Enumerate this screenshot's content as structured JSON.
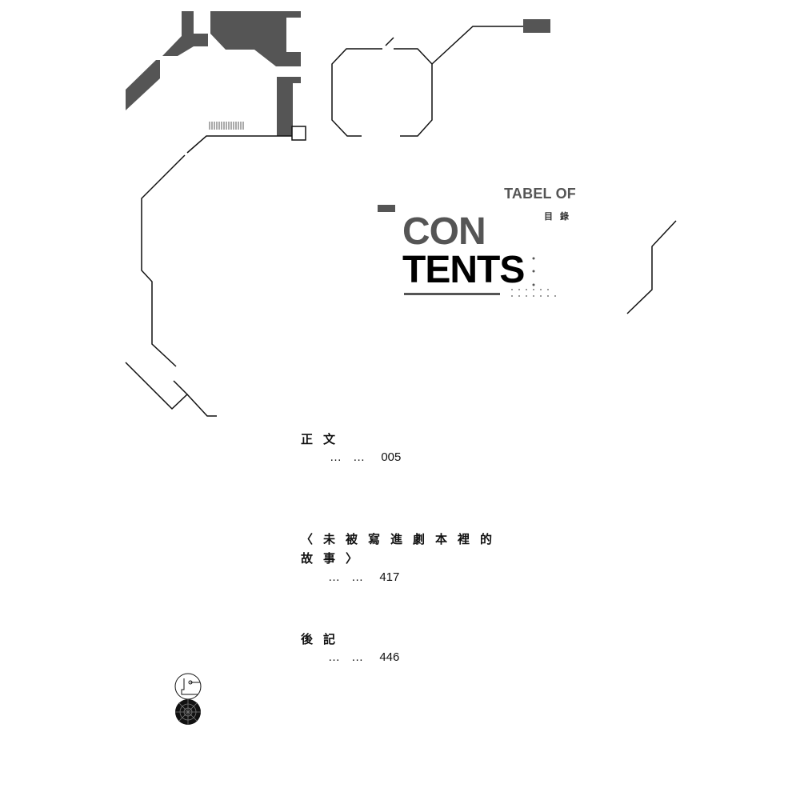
{
  "header": {
    "title_line1": "TABEL OF",
    "title_cjk": "目錄",
    "title_big_line1": "CON",
    "title_big_line2": "TENTS"
  },
  "toc": {
    "entries": [
      {
        "title_lines": [
          "正文"
        ],
        "leader": "… …",
        "page": "005"
      },
      {
        "title_lines": [
          "〈未被寫進劇本裡的",
          "故事〉"
        ],
        "leader": "… …",
        "page": "417"
      },
      {
        "title_lines": [
          "後記"
        ],
        "leader": "… …",
        "page": "446"
      }
    ]
  },
  "colors": {
    "dark_gray": "#555555",
    "black": "#000000",
    "background": "#ffffff"
  }
}
